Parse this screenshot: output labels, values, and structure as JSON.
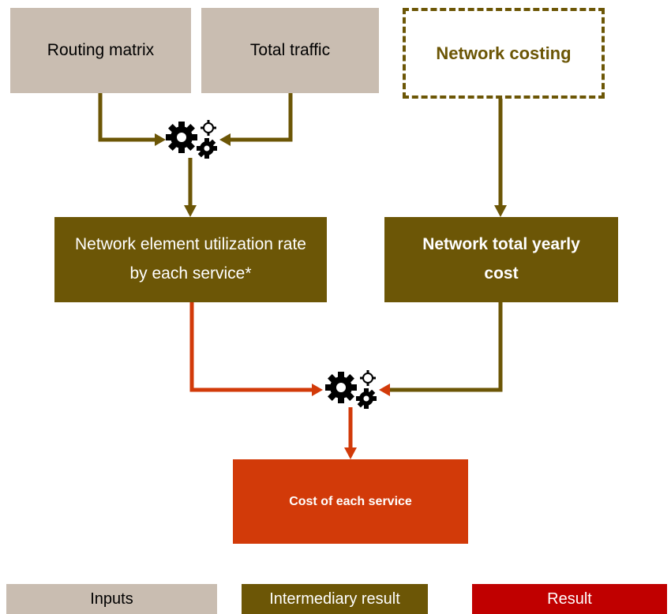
{
  "boxes": {
    "routing_matrix": "Routing matrix",
    "total_traffic": "Total traffic",
    "network_costing": "Network costing",
    "utilization": "Network element utilization rate by each service*",
    "yearly_cost": "Network total yearly cost",
    "cost_service": "Cost of each service"
  },
  "legend": {
    "inputs": "Inputs",
    "intermediary": "Intermediary result",
    "result": "Result"
  },
  "colors": {
    "input": "#c9bdb1",
    "intermediary": "#6c5606",
    "result_box": "#d23a09",
    "result_legend": "#c00000",
    "arrow_olive": "#6c5606",
    "arrow_red": "#d23a09"
  },
  "icons": [
    "gears-icon",
    "gears-icon"
  ]
}
